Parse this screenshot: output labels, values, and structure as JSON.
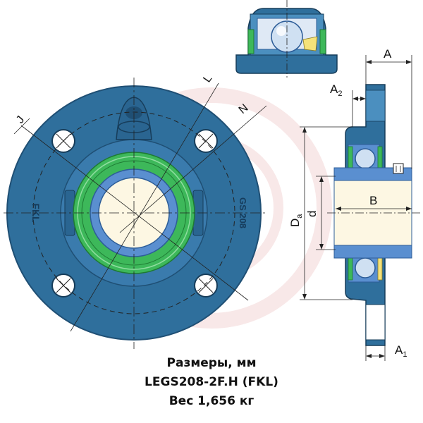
{
  "colors": {
    "housing": "#2f6f9c",
    "housing_dark": "#1f4f74",
    "housing_light": "#4b8fbf",
    "inner_ring": "#5a8fd0",
    "seal_green": "#3db85a",
    "bore": "#fdf7e3",
    "line": "#222222",
    "watermark": "#f3d6d6"
  },
  "front_view": {
    "housing_mark_left": "FKL",
    "housing_mark_right": "GS 208"
  },
  "dimension_labels": {
    "L": "L",
    "N": "N",
    "J": "J",
    "A": "A",
    "A2": "A",
    "A2_sub": "2",
    "A1": "A",
    "A1_sub": "1",
    "B": "B",
    "Da": "D",
    "Da_sub": "a",
    "d": "d"
  },
  "caption": {
    "line1": "Размеры, мм",
    "line2": "LEGS208-2F.H (FKL)",
    "line3": "Вес 1,656 кг"
  }
}
